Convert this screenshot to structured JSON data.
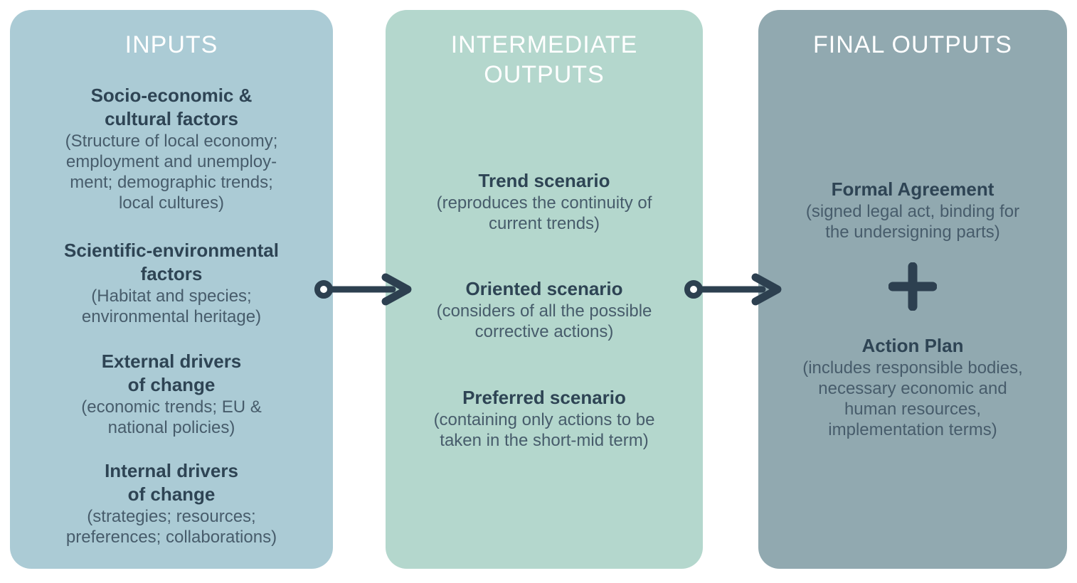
{
  "palette": {
    "page-bg": "#ffffff",
    "inputs-bg": "#abcbd5",
    "intermediate-bg": "#b4d7cd",
    "final-bg": "#91a9b0",
    "title-color": "#ffffff",
    "heading-color": "#2e4454",
    "detail-color": "#475c6b",
    "arrow-color": "#2d4050"
  },
  "diagram": {
    "columns": [
      {
        "title": "INPUTS",
        "items": [
          {
            "heading": "Socio-economic &\ncultural factors",
            "detail": "(Structure of local economy;\nemployment and unemploy-\nment; demographic trends;\nlocal cultures)"
          },
          {
            "heading": "Scientific-environmental\nfactors",
            "detail": "(Habitat and species;\nenvironmental heritage)"
          },
          {
            "heading": "External drivers\nof change",
            "detail": "(economic trends; EU &\nnational policies)"
          },
          {
            "heading": "Internal drivers\nof change",
            "detail": "(strategies; resources;\npreferences; collaborations)"
          }
        ]
      },
      {
        "title": "INTERMEDIATE\nOUTPUTS",
        "items": [
          {
            "heading": "Trend scenario",
            "detail": "(reproduces the continuity of\ncurrent trends)"
          },
          {
            "heading": "Oriented scenario",
            "detail": "(considers of all the possible\ncorrective actions)"
          },
          {
            "heading": "Preferred scenario",
            "detail": "(containing only actions to be\ntaken in the short-mid term)"
          }
        ]
      },
      {
        "title": "FINAL OUTPUTS",
        "items": [
          {
            "heading": "Formal Agreement",
            "detail": "(signed legal act, binding for\nthe undersigning parts)"
          },
          {
            "heading": "Action Plan",
            "detail": "(includes responsible bodies,\nnecessary economic and\nhuman resources,\nimplementation terms)"
          }
        ],
        "separator": "plus"
      }
    ],
    "connectors": [
      {
        "from": "INPUTS",
        "to": "INTERMEDIATE OUTPUTS",
        "type": "arrow"
      },
      {
        "from": "INTERMEDIATE OUTPUTS",
        "to": "FINAL OUTPUTS",
        "type": "arrow"
      }
    ]
  }
}
